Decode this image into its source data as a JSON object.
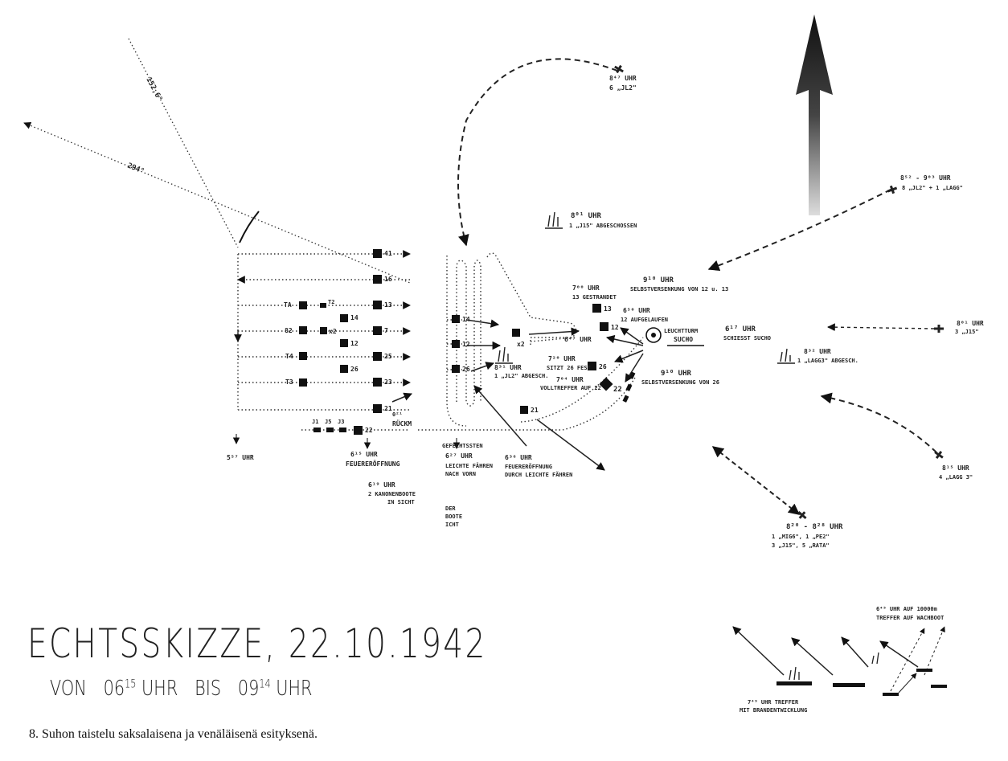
{
  "bearings": {
    "b1": "152,6°",
    "b2": "294°"
  },
  "boats": {
    "b41": "41",
    "b16": "16",
    "b13": "13",
    "b7": "7",
    "b25": "25",
    "b23": "23",
    "b21": "21",
    "ta": "TA",
    "t2": "T2",
    "b14": "14",
    "x2": "x2",
    "b82": "82",
    "b12": "12",
    "t4": "T4",
    "b26": "26",
    "t3": "T3",
    "j1": "J1",
    "j5": "J5",
    "j3": "J3",
    "b22": "22",
    "mid14": "14",
    "mid12": "12",
    "mid26": "26",
    "midx2": "x2",
    "right13": "13",
    "right12": "12",
    "right26": "26",
    "right22": "22",
    "right21": "21"
  },
  "times": {
    "t557": "5⁵⁷ UHR",
    "t615a": "6¹⁵ UHR",
    "t615a_txt": "FEUERERÖFFNUNG",
    "t619": "6¹⁹ UHR",
    "t619_txt1": "2 KANONENBOOTE",
    "t619_txt2": "IN SICHT",
    "t627": "6²⁷ UHR",
    "t627_txt1": "LEICHTE FÄHREN",
    "t627_txt2": "NACH VORN",
    "t636": "6³⁶ UHR",
    "t636_txt1": "FEUERERÖFFNUNG",
    "t636_txt2": "DURCH LEICHTE FÄHREN",
    "ruck": "0²¹",
    "ruck_txt": "RÜCKM",
    "gefechtsst": "GEFECHTSSTEN",
    "boote1": "DER",
    "boote2": "BOOTE",
    "boote3": "ICHT",
    "t647": "6⁴⁷ UHR",
    "t700": "7⁰⁰ UHR",
    "t700_txt": "13 GESTRANDET",
    "t650": "6⁵⁰ UHR",
    "t650_txt": "12 AUFGELAUFEN",
    "t720": "7²⁰ UHR",
    "t720_txt": "SITZT 26 FEST",
    "t704": "7⁰⁴ UHR",
    "t704_txt": "VOLLTREFFER AUF 22",
    "t831": "8³¹ UHR",
    "t831_txt": "1 „JL2\" ABGESCH.",
    "t801": "8⁰¹ UHR",
    "t801_txt": "1 „J15\" ABGESCHOSSEN",
    "t847": "8⁴⁷ UHR",
    "t847_txt": "6 „JL2\"",
    "t910a": "9¹⁰ UHR",
    "t910a_txt": "SELBSTVERSENKUNG VON 12 u. 13",
    "t910b": "9¹⁰ UHR",
    "t910b_txt": "SELBSTVERSENKUNG VON 26",
    "lighthouse1": "LEUCHTTURM",
    "lighthouse2": "SUCHO",
    "t617": "6¹⁷ UHR",
    "t617_txt": "SCHIESST SUCHO",
    "t832": "8³² UHR",
    "t832_txt": "1 „LAGG3\" ABGESCH.",
    "t852": "8⁵² - 9⁰³ UHR",
    "t852_txt": "8 „JL2\" + 1 „LAGG\"",
    "t801b": "8⁰¹ UHR",
    "t801b_txt": "3 „J15\"",
    "t815": "8¹⁵ UHR",
    "t815_txt": "4 „LAGG 3\"",
    "t820": "8²⁰ - 8²⁸ UHR",
    "t820_txt1": "1 „MIG6\", 1 „PE2\"",
    "t820_txt2": "3 „J15\", 5 „RATA\"",
    "t645": "6⁴⁵ UHR AUF 10000m",
    "t645_txt": "TREFFER AUF WACHBOOT",
    "t749": "7⁴⁹ UHR TREFFER",
    "t749_txt": "MIT BRANDENTWICKLUNG"
  },
  "title": {
    "main": "ECHTSSKIZZE, 22.10.1942",
    "von": "VON",
    "start": "06",
    "start_sup": "15",
    "uhr1": "UHR",
    "bis": "BIS",
    "end": "09",
    "end_sup": "14",
    "uhr2": "UHR"
  },
  "caption": "8. Suhon taistelu saksalaisena ja venäläisenä esityksenä."
}
